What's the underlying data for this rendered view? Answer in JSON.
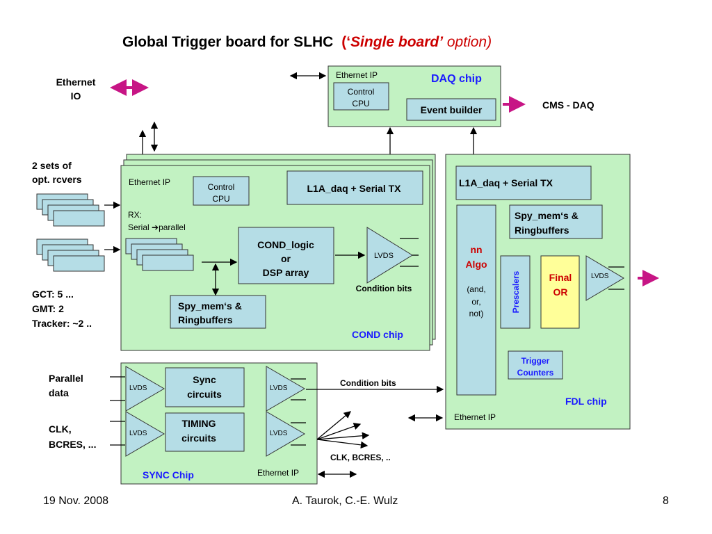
{
  "title": {
    "main": "Global Trigger board for SLHC",
    "quote_open": "(‘",
    "option_name": "Single board’",
    "option_word": " option)"
  },
  "footer": {
    "date": "19 Nov. 2008",
    "authors": "A. Taurok, C.-E. Wulz",
    "page": "8"
  },
  "left_labels": {
    "ethernet_io": [
      "Ethernet",
      "IO"
    ],
    "opt_rcvers": [
      "2 sets of",
      "opt. rcvers"
    ],
    "inputs": [
      "GCT: 5 ...",
      "GMT: 2",
      "Tracker: ~2 .."
    ],
    "parallel_data": [
      "Parallel",
      "data"
    ],
    "clk": [
      "CLK,",
      "BCRES, ..."
    ]
  },
  "daq_chip": {
    "title": "DAQ chip",
    "ethernet_ip": "Ethernet IP",
    "control_cpu": [
      "Control",
      "CPU"
    ],
    "event_builder": "Event builder",
    "output": "CMS - DAQ"
  },
  "cond_chip": {
    "title": "COND chip",
    "ethernet_ip": "Ethernet IP",
    "control_cpu": [
      "Control",
      "CPU"
    ],
    "l1a_daq": "L1A_daq + Serial TX",
    "rx_label": [
      "RX:",
      "Serial ",
      "parallel"
    ],
    "cond_logic": [
      "COND_logic",
      "or",
      "DSP array"
    ],
    "lvds": "LVDS",
    "condition_bits": "Condition bits",
    "spy_mem": [
      "Spy_mem‘s &",
      "Ringbuffers"
    ]
  },
  "fdl_chip": {
    "title": "FDL chip",
    "l1a_daq": "L1A_daq + Serial TX",
    "spy_mem": [
      "Spy_mem‘s &",
      "Ringbuffers"
    ],
    "nn_algo": [
      "nn",
      "Algo"
    ],
    "and_or_not": [
      "(and,",
      "or,",
      "not)"
    ],
    "prescalers": "Prescalers",
    "final_or": [
      "Final",
      "OR"
    ],
    "lvds": "LVDS",
    "trigger_counters": [
      "Trigger",
      "Counters"
    ],
    "ethernet_ip": "Ethernet IP"
  },
  "sync_chip": {
    "title": "SYNC Chip",
    "lvds": "LVDS",
    "sync_circuits": [
      "Sync",
      "circuits"
    ],
    "timing_circuits": [
      "TIMING",
      "circuits"
    ],
    "ethernet_ip": "Ethernet IP",
    "condition_bits": "Condition bits",
    "clk_out": "CLK, BCRES, .."
  },
  "colors": {
    "chip_fill": "#c2f2c2",
    "sub_fill": "#b5dde6",
    "final_or_fill": "#ffff99",
    "title_blue": "#1a1aff",
    "accent_red": "#cc0000",
    "arrow_magenta": "#c71585"
  }
}
